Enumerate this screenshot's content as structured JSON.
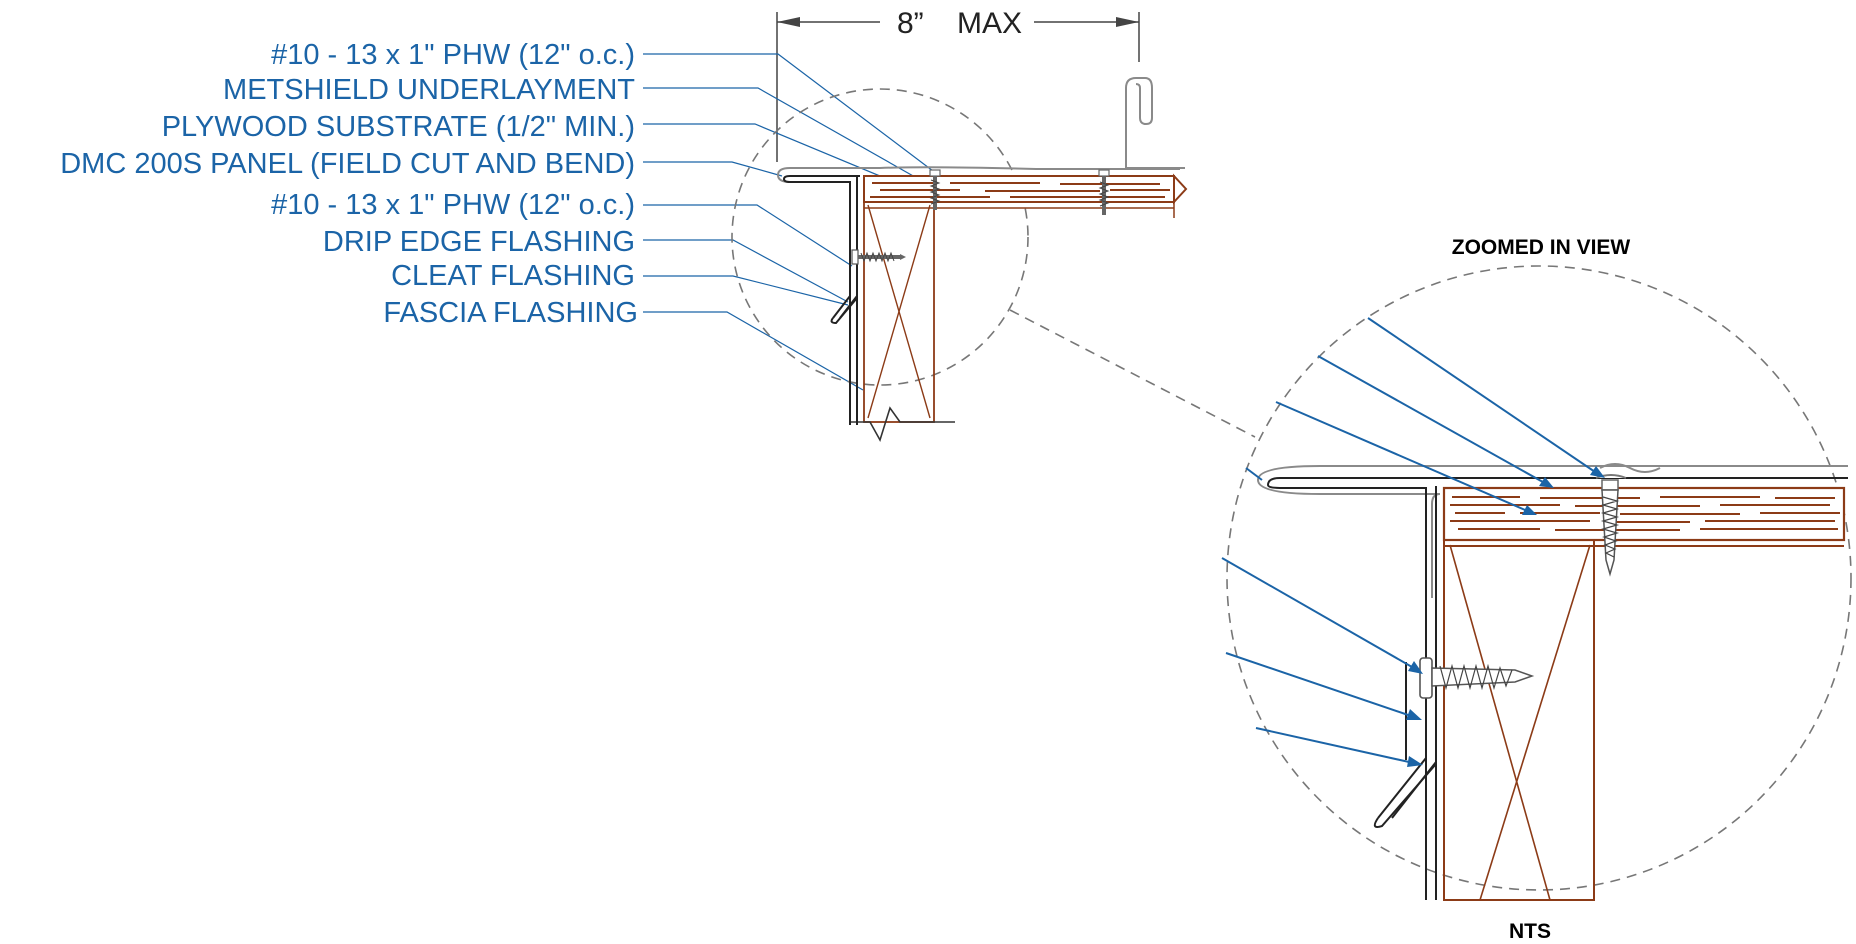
{
  "dimension": {
    "value_label": "8”",
    "max_label": "MAX"
  },
  "labels": [
    "#10 - 13 x 1\" PHW  (12\" o.c.)",
    "METSHIELD UNDERLAYMENT",
    "PLYWOOD SUBSTRATE (1/2\" MIN.)",
    "DMC 200S PANEL (FIELD CUT AND BEND)",
    "#10 - 13 x 1\" PHW  (12\" o.c.)",
    "DRIP EDGE FLASHING",
    "CLEAT FLASHING",
    "FASCIA FLASHING"
  ],
  "zoom_title": "ZOOMED IN VIEW",
  "scale_note": "NTS",
  "colors": {
    "label_blue": "#1b64a7",
    "wood": "#8c3b17",
    "metal": "#222222",
    "steel": "#8a8a8a"
  }
}
